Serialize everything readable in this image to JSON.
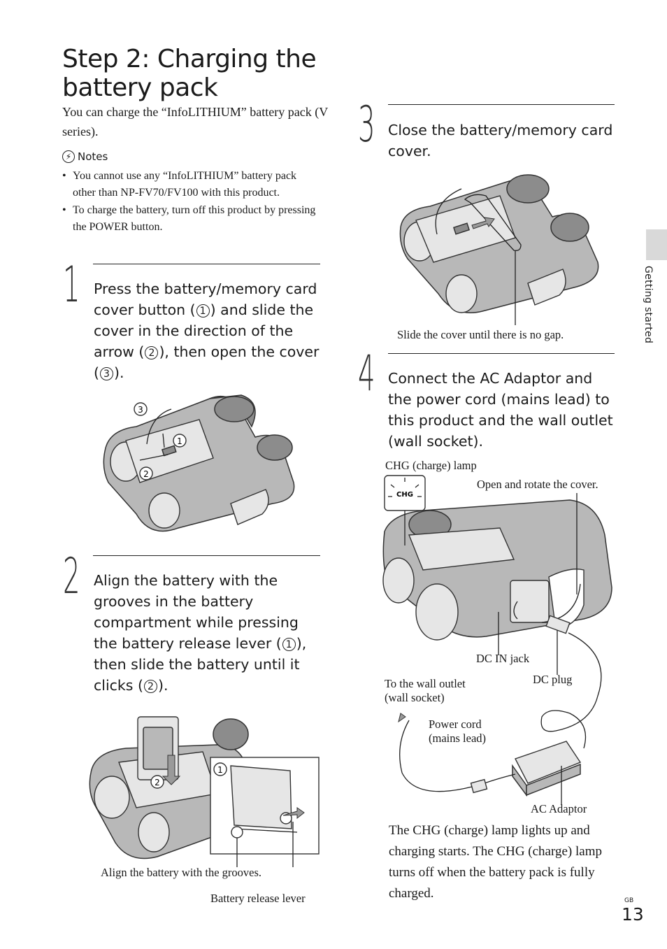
{
  "title": "Step 2: Charging the battery pack",
  "intro": "You can charge the “InfoLITHIUM” battery pack (V series).",
  "notes": {
    "heading": "Notes",
    "items": [
      "You cannot use any “InfoLITHIUM” battery pack other than NP-FV70/FV100 with this product.",
      "To charge the battery, turn off this product by pressing the POWER button."
    ]
  },
  "steps": [
    {
      "number": "1",
      "parts": [
        "Press the battery/memory card cover button (",
        ") and slide the cover in the direction of the arrow (",
        "), then open the cover (",
        ")."
      ],
      "markers": [
        "1",
        "2",
        "3"
      ]
    },
    {
      "number": "2",
      "parts": [
        "Align the battery with the grooves in the battery compartment while pressing the battery release lever (",
        "), then slide the battery until it clicks (",
        ")."
      ],
      "markers": [
        "1",
        "2"
      ]
    },
    {
      "number": "3",
      "text": "Close the battery/memory card cover."
    },
    {
      "number": "4",
      "text": "Connect the AC Adaptor and the power cord (mains lead) to this product and the wall outlet (wall socket)."
    }
  ],
  "figure1": {
    "markers": [
      "3",
      "1",
      "2"
    ]
  },
  "figure2": {
    "markers": [
      "2",
      "1"
    ],
    "caption_grooves": "Align the battery with the grooves.",
    "caption_lever": "Battery release lever"
  },
  "figure3": {
    "caption": "Slide the cover until there is no gap."
  },
  "figure4": {
    "chg_lamp": "CHG (charge) lamp",
    "chg_badge": "CHG",
    "open_cover": "Open and rotate the cover.",
    "dc_in_jack": "DC IN jack",
    "dc_plug": "DC plug",
    "wall_outlet_line1": "To the wall outlet",
    "wall_outlet_line2": "(wall socket)",
    "power_cord_line1": "Power cord",
    "power_cord_line2": "(mains lead)",
    "ac_adaptor": "AC Adaptor"
  },
  "charge_note": "The CHG (charge) lamp lights up and charging starts. The CHG (charge) lamp turns off when the battery pack is fully charged.",
  "side_tab": "Getting started",
  "page_region": "GB",
  "page_number": "13"
}
